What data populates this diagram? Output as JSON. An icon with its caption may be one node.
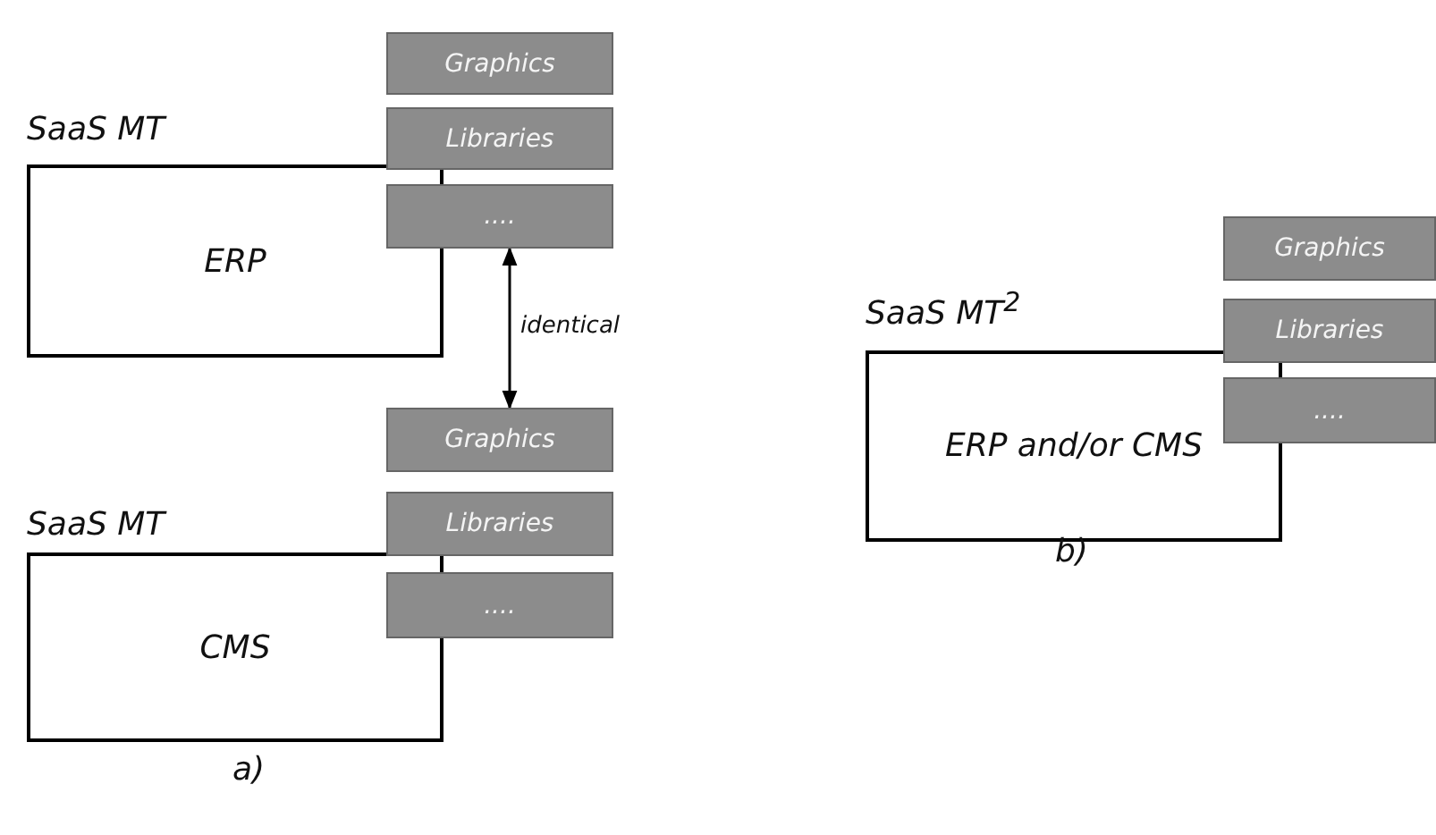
{
  "diagram": {
    "nodes": [
      {
        "text": [
          "SaaS MT",
          "ERP"
        ]
      },
      {
        "text": [
          "Graphics"
        ]
      },
      {
        "text": [
          "Libraries"
        ]
      },
      {
        "text": [
          "...."
        ]
      },
      {
        "text": [
          "SaaS MT",
          "CMS"
        ]
      },
      {
        "text": [
          "Graphics"
        ]
      },
      {
        "text": [
          "Libraries"
        ]
      },
      {
        "text": [
          "...."
        ]
      },
      {
        "text": [
          "SaaS MT$^{2}$",
          "ERP and/or CMS"
        ]
      },
      {
        "text": [
          "Graphics"
        ]
      },
      {
        "text": [
          "Libraries"
        ]
      },
      {
        "text": [
          "...."
        ]
      }
    ],
    "edges": [
      {
        "from": 3,
        "to": 5,
        "arrow": "both",
        "label": "identical"
      }
    ],
    "labels": [
      "a)",
      "b)"
    ]
  }
}
